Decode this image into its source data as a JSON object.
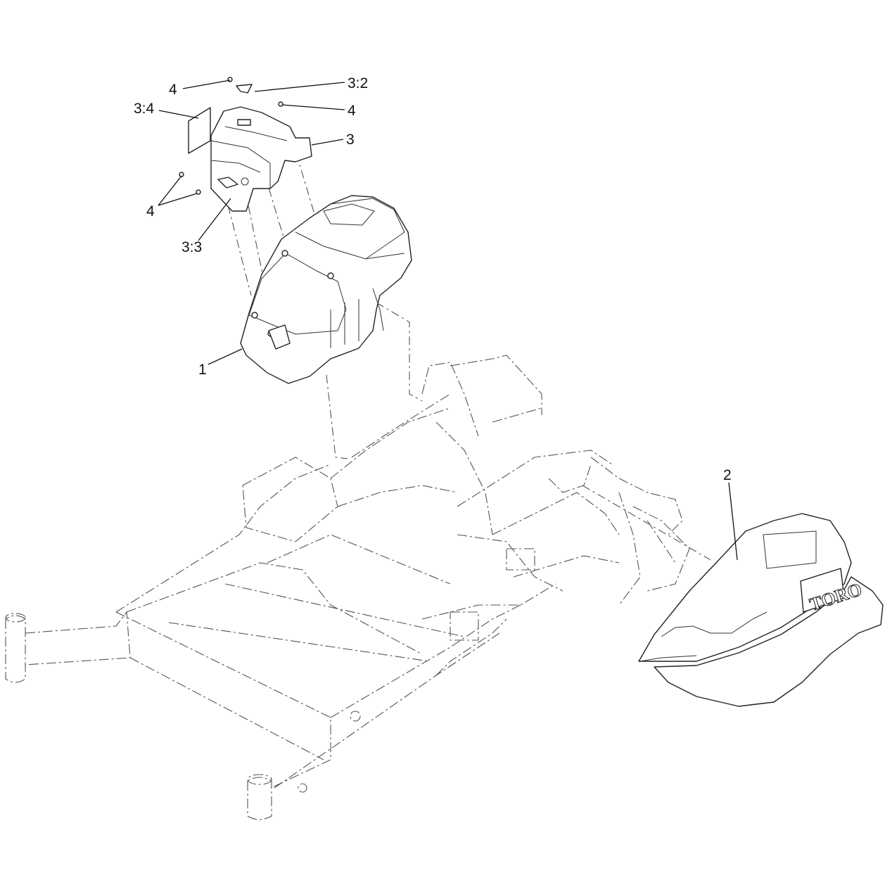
{
  "callouts": {
    "c4_top": "4",
    "c3_2": "3:2",
    "c3_4": "3:4",
    "c4_right": "4",
    "c3": "3",
    "c4_left": "4",
    "c3_3": "3:3",
    "c1": "1",
    "c2": "2"
  },
  "logo": {
    "text": "TORO"
  }
}
